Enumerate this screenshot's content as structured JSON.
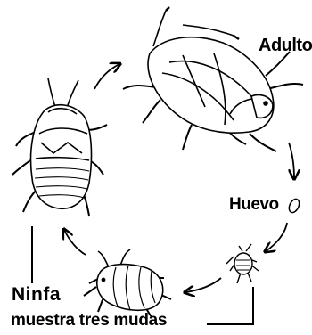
{
  "labels": {
    "adult": "Adulto",
    "egg": "Huevo",
    "nymph": "Ninfa",
    "molts": "muestra tres mudas"
  },
  "colors": {
    "ink": "#000000",
    "paper": "#ffffff"
  }
}
